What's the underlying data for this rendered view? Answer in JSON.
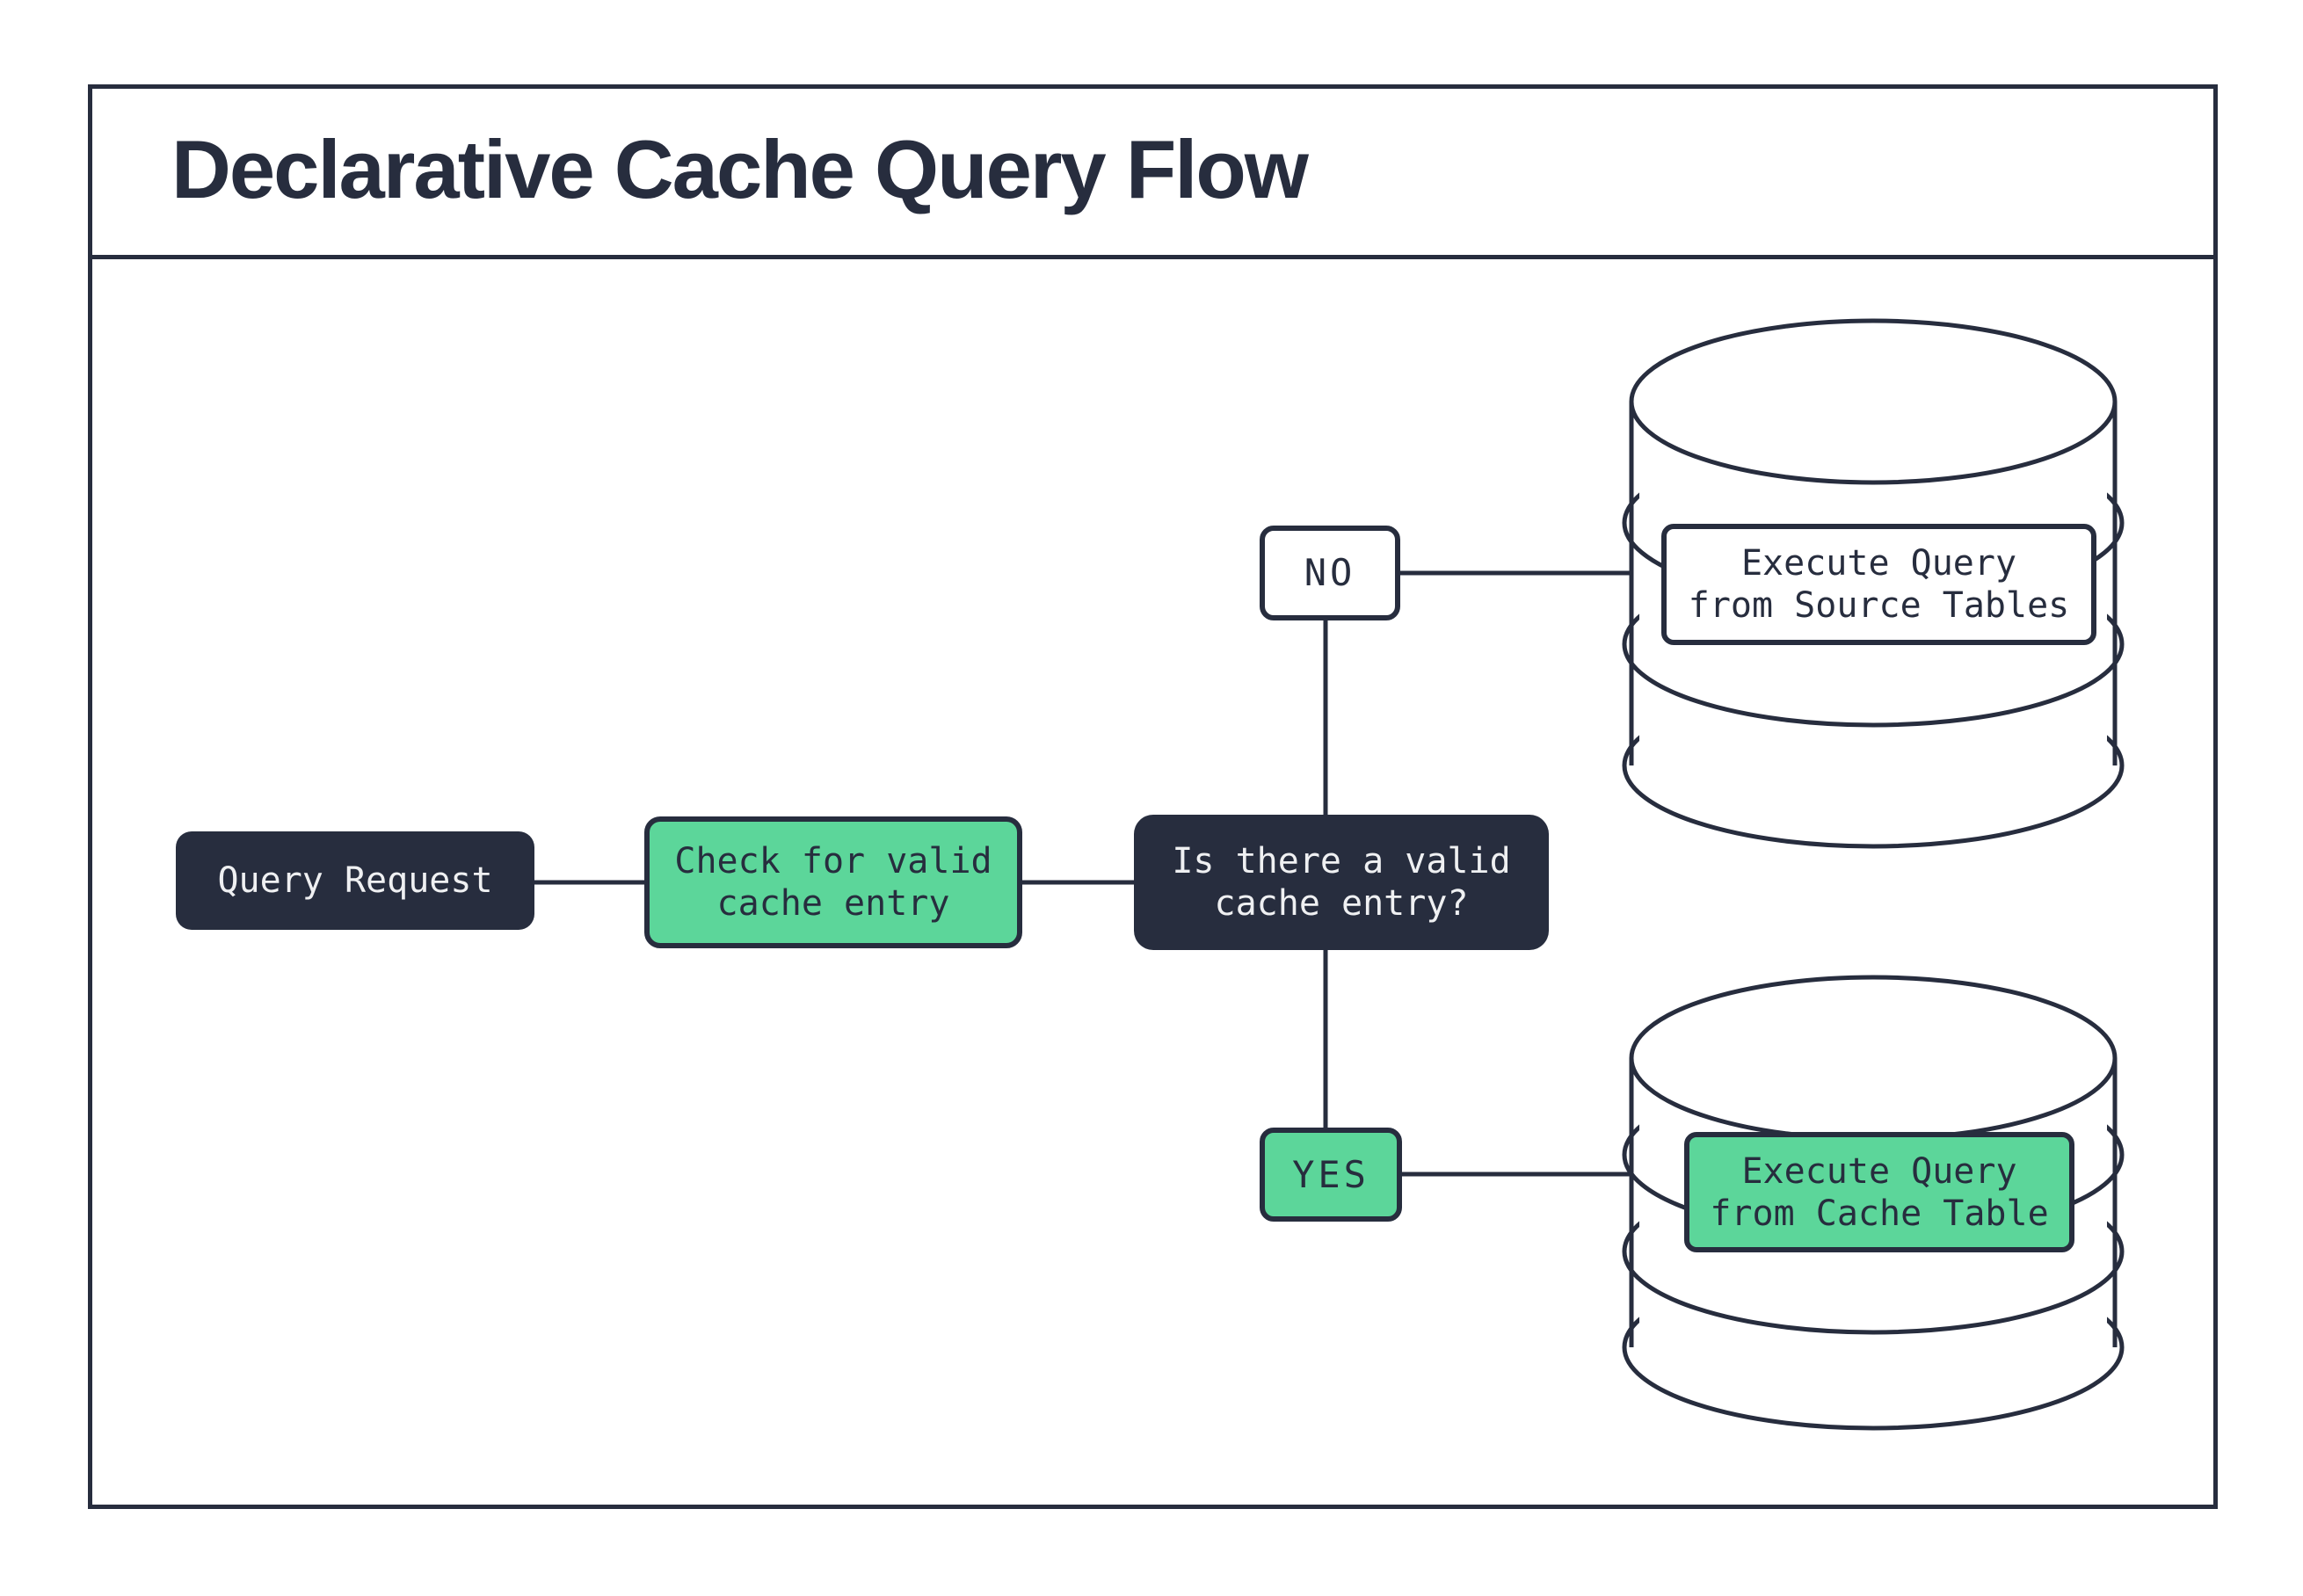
{
  "header": {
    "title": "Declarative Cache Query Flow"
  },
  "flowchart": {
    "nodes": {
      "query_request": {
        "label": "Query Request"
      },
      "check_cache": {
        "label": "Check for valid\ncache entry"
      },
      "decision": {
        "label": "Is there a valid\ncache entry?"
      },
      "no_branch": {
        "label": "NO"
      },
      "yes_branch": {
        "label": "YES"
      },
      "execute_source": {
        "label": "Execute Query\nfrom Source Tables"
      },
      "execute_cache": {
        "label": "Execute Query\nfrom Cache Table"
      }
    },
    "icons": {
      "source_db": "database-cylinder",
      "cache_db": "database-cylinder"
    },
    "colors": {
      "navy": "#272D3E",
      "green": "#5CD69A",
      "box_white": "#FFFFFF",
      "dark_box_text": "#EFF0F2"
    }
  }
}
